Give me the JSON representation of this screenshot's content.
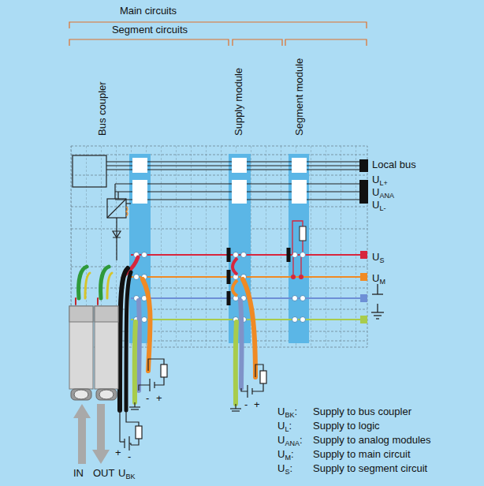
{
  "diagram": {
    "labels": [
      "Main circuits",
      "Segment circuits",
      "Bus coupler",
      "Supply module",
      "Segment module",
      "Local bus",
      "UL+",
      "UANA",
      "UL-",
      "US",
      "UM",
      "-",
      "+",
      "-",
      "+",
      "UBK:",
      "Supply to bus coupler",
      "UL:",
      "Supply to logic",
      "UANA:",
      "Supply to analog modules",
      "UM:",
      "Supply to main circuit",
      "US:",
      "Supply to segment circuit",
      "+",
      "-",
      "IN",
      "OUT",
      "UBK"
    ]
  }
}
